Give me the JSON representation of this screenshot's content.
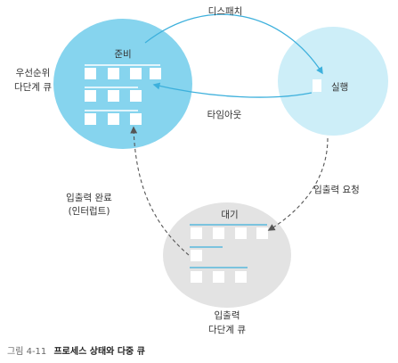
{
  "diagram": {
    "labels": {
      "ready_state": "준비",
      "running_state": "실행",
      "waiting_state": "대기",
      "ready_queue_line1": "우선순위",
      "ready_queue_line2": "다단계 큐",
      "io_queue_line1": "입출력",
      "io_queue_line2": "다단계 큐",
      "dispatch_edge": "디스패치",
      "timeout_edge": "타임아웃",
      "io_request_edge": "입출력 요청",
      "io_complete_line1": "입출력 완료",
      "io_complete_line2": "(인터럽트)"
    },
    "colors": {
      "ready_circle": "#86d4ee",
      "running_circle": "#cdeef8",
      "waiting_circle": "#e3e3e3",
      "solid_arrow": "#3db0dc",
      "dashed_arrow": "#555555",
      "queue_line": "#3db0dc"
    }
  },
  "caption": {
    "figure_number": "그림 4-11",
    "title": "프로세스 상태와 다중 큐"
  }
}
